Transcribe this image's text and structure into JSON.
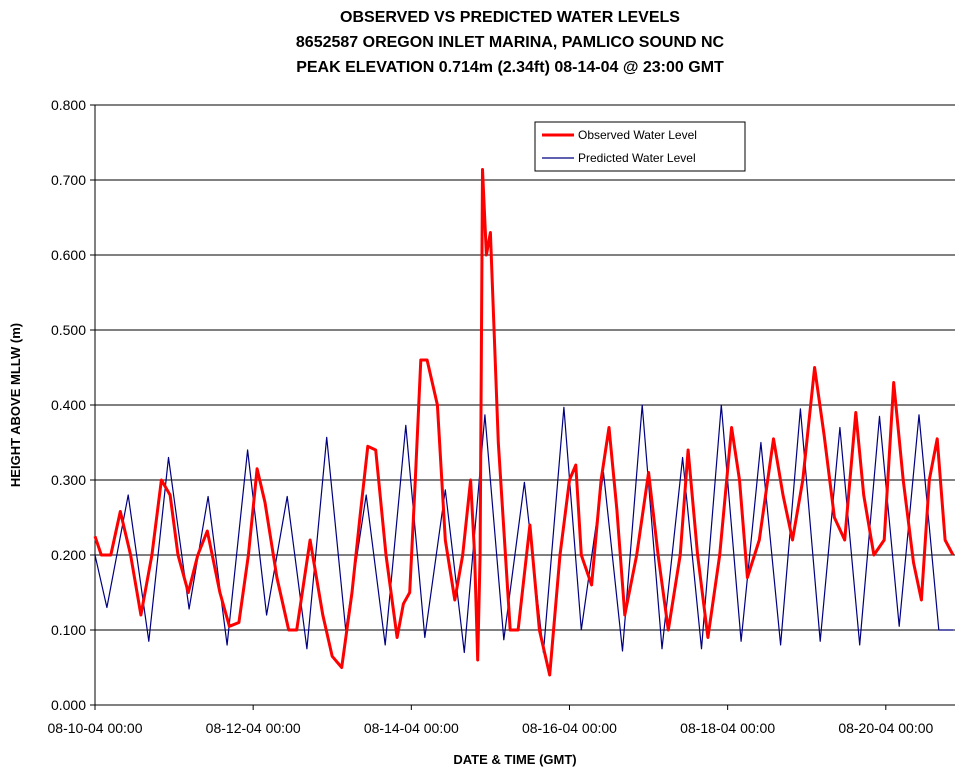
{
  "chart_data": {
    "type": "line",
    "title_lines": [
      "OBSERVED VS PREDICTED WATER LEVELS",
      "8652587  OREGON INLET MARINA, PAMLICO SOUND NC",
      "PEAK ELEVATION 0.714m (2.34ft) 08-14-04 @ 23:00 GMT"
    ],
    "xlabel": "DATE & TIME (GMT)",
    "ylabel": "HEIGHT ABOVE MLLW (m)",
    "x_range_days": [
      "2004-08-10 00:00",
      "2004-08-20 21:00"
    ],
    "x_tick_labels": [
      "08-10-04 00:00",
      "08-12-04 00:00",
      "08-14-04 00:00",
      "08-16-04 00:00",
      "08-18-04 00:00",
      "08-20-04 00:00"
    ],
    "x_tick_days": [
      0,
      2,
      4,
      6,
      8,
      10
    ],
    "ylim": [
      0,
      0.8
    ],
    "y_ticks": [
      0.0,
      0.1,
      0.2,
      0.3,
      0.4,
      0.5,
      0.6,
      0.7,
      0.8
    ],
    "y_tick_labels": [
      "0.000",
      "0.100",
      "0.200",
      "0.300",
      "0.400",
      "0.500",
      "0.600",
      "0.700",
      "0.800"
    ],
    "grid": "horizontal",
    "legend_position": "top-right",
    "x_unit": "days since 08-10-04 00:00",
    "series": [
      {
        "name": "Observed Water Level",
        "color": "#ff0000",
        "x": [
          0.0,
          0.08,
          0.2,
          0.32,
          0.45,
          0.58,
          0.72,
          0.84,
          0.95,
          1.05,
          1.18,
          1.3,
          1.42,
          1.58,
          1.7,
          1.82,
          1.94,
          2.05,
          2.15,
          2.3,
          2.45,
          2.55,
          2.72,
          2.88,
          3.0,
          3.12,
          3.25,
          3.35,
          3.45,
          3.55,
          3.68,
          3.82,
          3.9,
          3.98,
          4.05,
          4.12,
          4.2,
          4.33,
          4.43,
          4.55,
          4.65,
          4.75,
          4.8,
          4.84,
          4.87,
          4.9,
          4.95,
          5.0,
          5.1,
          5.25,
          5.35,
          5.5,
          5.62,
          5.75,
          5.88,
          6.0,
          6.08,
          6.15,
          6.28,
          6.4,
          6.5,
          6.6,
          6.7,
          6.85,
          7.0,
          7.12,
          7.25,
          7.4,
          7.5,
          7.62,
          7.75,
          7.9,
          8.05,
          8.15,
          8.25,
          8.4,
          8.58,
          8.7,
          8.82,
          8.95,
          9.1,
          9.22,
          9.35,
          9.48,
          9.62,
          9.72,
          9.85,
          9.98,
          10.1,
          10.22,
          10.35,
          10.45,
          10.55,
          10.65,
          10.75,
          10.85
        ],
        "y": [
          0.225,
          0.2,
          0.2,
          0.258,
          0.2,
          0.12,
          0.2,
          0.3,
          0.28,
          0.2,
          0.15,
          0.2,
          0.232,
          0.15,
          0.105,
          0.11,
          0.2,
          0.315,
          0.27,
          0.17,
          0.1,
          0.1,
          0.22,
          0.12,
          0.065,
          0.05,
          0.15,
          0.25,
          0.345,
          0.34,
          0.2,
          0.09,
          0.135,
          0.15,
          0.3,
          0.46,
          0.46,
          0.4,
          0.22,
          0.14,
          0.2,
          0.3,
          0.2,
          0.06,
          0.2,
          0.714,
          0.6,
          0.63,
          0.35,
          0.1,
          0.1,
          0.24,
          0.1,
          0.04,
          0.2,
          0.3,
          0.32,
          0.2,
          0.16,
          0.3,
          0.37,
          0.26,
          0.12,
          0.2,
          0.31,
          0.2,
          0.1,
          0.2,
          0.34,
          0.2,
          0.09,
          0.2,
          0.37,
          0.3,
          0.17,
          0.22,
          0.355,
          0.28,
          0.22,
          0.3,
          0.45,
          0.36,
          0.25,
          0.22,
          0.39,
          0.28,
          0.2,
          0.22,
          0.43,
          0.3,
          0.19,
          0.14,
          0.3,
          0.355,
          0.22,
          0.2
        ]
      },
      {
        "name": "Predicted Water Level",
        "color": "#000080",
        "x": [
          0.0,
          0.15,
          0.42,
          0.68,
          0.93,
          1.19,
          1.43,
          1.67,
          1.93,
          2.17,
          2.43,
          2.68,
          2.93,
          3.17,
          3.43,
          3.67,
          3.93,
          4.17,
          4.43,
          4.67,
          4.93,
          5.17,
          5.43,
          5.67,
          5.93,
          6.15,
          6.43,
          6.67,
          6.92,
          7.17,
          7.43,
          7.67,
          7.92,
          8.17,
          8.42,
          8.67,
          8.92,
          9.17,
          9.42,
          9.67,
          9.92,
          10.17,
          10.42,
          10.67,
          10.85
        ],
        "y": [
          0.2,
          0.13,
          0.28,
          0.085,
          0.33,
          0.128,
          0.278,
          0.08,
          0.34,
          0.12,
          0.278,
          0.075,
          0.357,
          0.1,
          0.28,
          0.08,
          0.373,
          0.09,
          0.287,
          0.07,
          0.387,
          0.087,
          0.297,
          0.07,
          0.397,
          0.1,
          0.31,
          0.072,
          0.4,
          0.075,
          0.33,
          0.075,
          0.4,
          0.085,
          0.35,
          0.08,
          0.395,
          0.085,
          0.37,
          0.08,
          0.385,
          0.105,
          0.387,
          0.1,
          0.1
        ]
      }
    ]
  }
}
